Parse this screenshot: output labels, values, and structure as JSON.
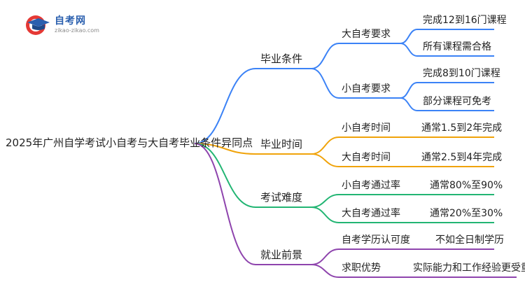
{
  "logo": {
    "title": "自考网",
    "subtitle": "zikao-zikao.com"
  },
  "mindmap": {
    "root": "2025年广州自学考试小自考与大自考毕业条件异同点",
    "branches": [
      {
        "label": "毕业条件",
        "color": "#3b82f6",
        "children": [
          {
            "label": "大自考要求",
            "leaves": [
              "完成12到16门课程",
              "所有课程需合格"
            ]
          },
          {
            "label": "小自考要求",
            "leaves": [
              "完成8到10门课程",
              "部分课程可免考"
            ]
          }
        ]
      },
      {
        "label": "毕业时间",
        "color": "#f0a30a",
        "children": [
          {
            "label": "小自考时间",
            "leaves": [
              "通常1.5到2年完成"
            ]
          },
          {
            "label": "大自考时间",
            "leaves": [
              "通常2.5到4年完成"
            ]
          }
        ]
      },
      {
        "label": "考试难度",
        "color": "#22b573",
        "children": [
          {
            "label": "小自考通过率",
            "leaves": [
              "通常80%至90%"
            ]
          },
          {
            "label": "大自考通过率",
            "leaves": [
              "通常20%至30%"
            ]
          }
        ]
      },
      {
        "label": "就业前景",
        "color": "#8e44ad",
        "children": [
          {
            "label": "自考学历认可度",
            "leaves": [
              "不如全日制学历"
            ]
          },
          {
            "label": "求职优势",
            "leaves": [
              "实际能力和工作经验更受重视"
            ]
          }
        ]
      }
    ]
  }
}
